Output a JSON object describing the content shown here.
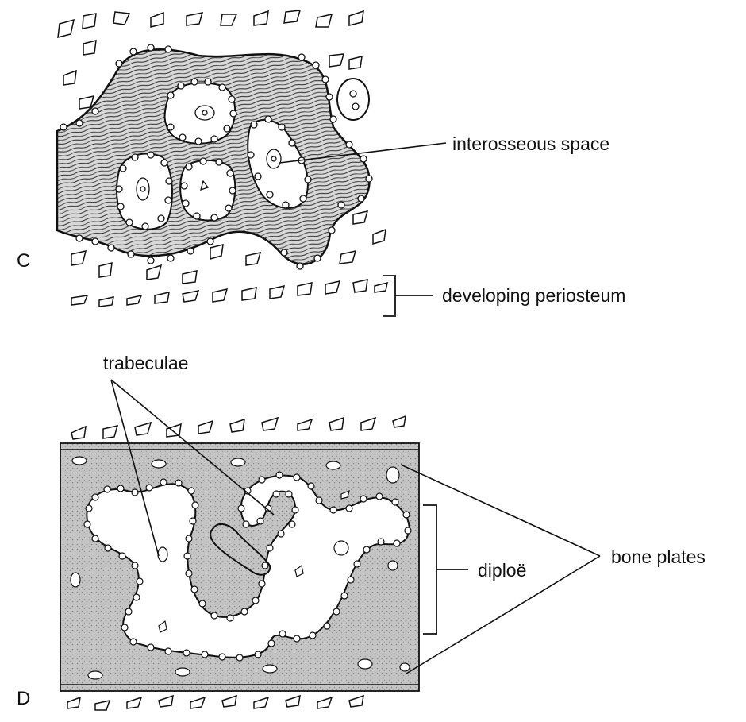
{
  "panels": [
    {
      "id": "C",
      "letter": "C"
    },
    {
      "id": "D",
      "letter": "D"
    }
  ],
  "labels": {
    "interosseous_space": "interosseous space",
    "developing_periosteum": "developing periosteum",
    "trabeculae": "trabeculae",
    "diploe": "diploë",
    "bone_plates": "bone plates"
  },
  "colors": {
    "ink": "#111111",
    "bone_fill": "#b9b9b9",
    "background": "#ffffff"
  }
}
